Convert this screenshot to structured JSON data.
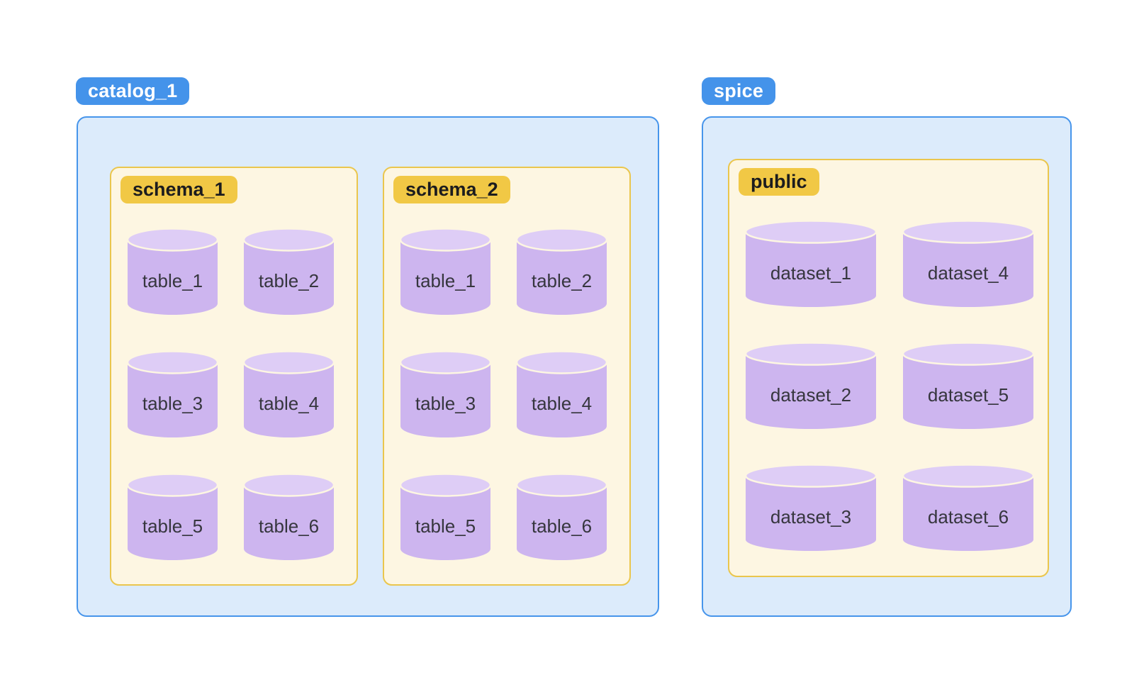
{
  "colors": {
    "catalog_badge_fill": "#4493EA",
    "catalog_badge_text": "#FFFFFF",
    "catalog_fill": "#DCEBFB",
    "catalog_border": "#4795EB",
    "schema_fill": "#FDF6E2",
    "schema_border": "#EAC64D",
    "schema_badge_fill": "#F1C845",
    "schema_badge_text": "#1C1C1E",
    "cylinder_body": "#CDB5EF",
    "cylinder_top": "#DECDF6",
    "cylinder_text": "#36363E"
  },
  "catalogs": [
    {
      "label": "catalog_1",
      "schemas": [
        {
          "label": "schema_1",
          "items": [
            "table_1",
            "table_2",
            "table_3",
            "table_4",
            "table_5",
            "table_6"
          ]
        },
        {
          "label": "schema_2",
          "items": [
            "table_1",
            "table_2",
            "table_3",
            "table_4",
            "table_5",
            "table_6"
          ]
        }
      ]
    },
    {
      "label": "spice",
      "schemas": [
        {
          "label": "public",
          "items": [
            "dataset_1",
            "dataset_4",
            "dataset_2",
            "dataset_5",
            "dataset_3",
            "dataset_6"
          ]
        }
      ]
    }
  ]
}
